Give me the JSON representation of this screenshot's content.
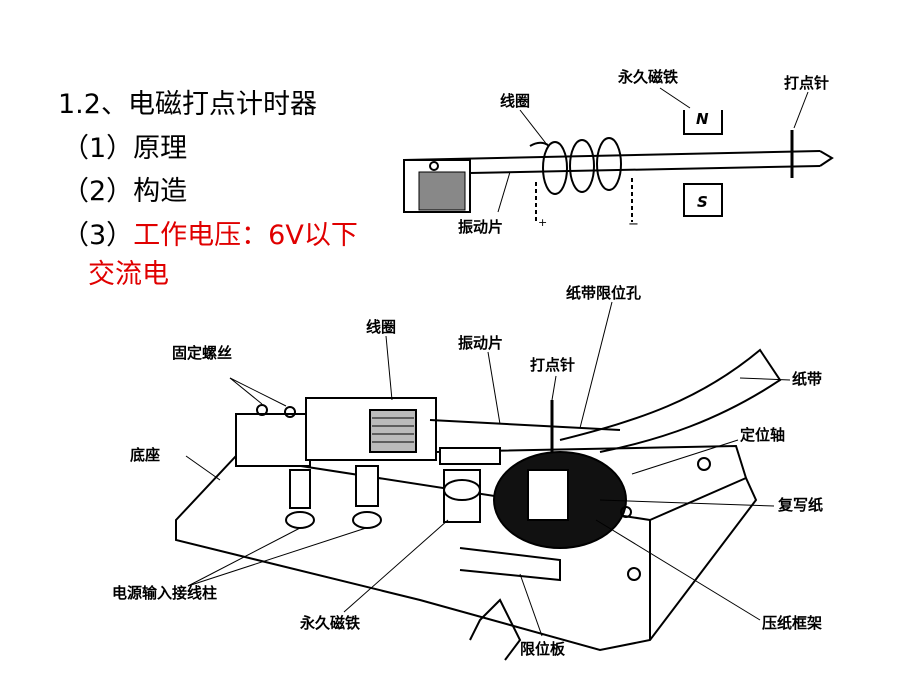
{
  "slide": {
    "heading": "1.2、电磁打点计时器",
    "item1": "（1）原理",
    "item2": "（2）构造",
    "item3_prefix": "（3）",
    "item3_text": "工作电压：6V以下",
    "item3_cont": "交流电",
    "accent_color": "#e00000"
  },
  "top_diagram": {
    "label_coil": "线圈",
    "label_magnet": "永久磁铁",
    "label_needle": "打点针",
    "label_vibrator": "振动片",
    "pole_n": "N",
    "pole_s": "S"
  },
  "bottom_diagram": {
    "label_fixing_screw": "固定螺丝",
    "label_coil": "线圈",
    "label_vibrator": "振动片",
    "label_tape_hole": "纸带限位孔",
    "label_needle": "打点针",
    "label_tape": "纸带",
    "label_shaft": "定位轴",
    "label_base": "底座",
    "label_carbon_paper": "复写纸",
    "label_terminals": "电源输入接线柱",
    "label_magnet": "永久磁铁",
    "label_limit_plate": "限位板",
    "label_press_frame": "压纸框架"
  }
}
